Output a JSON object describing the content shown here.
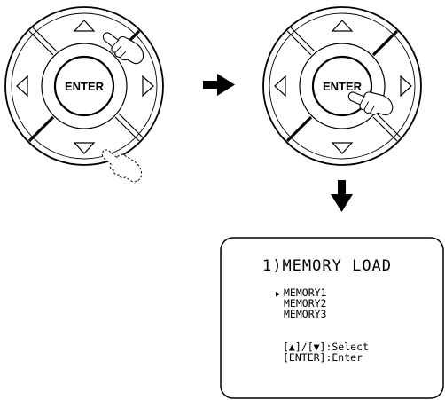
{
  "steps": {
    "remote_left": {
      "enter_label": "ENTER",
      "pressed_keys": [
        "up",
        "down"
      ]
    },
    "remote_right": {
      "enter_label": "ENTER",
      "pressed_keys": [
        "enter"
      ]
    }
  },
  "display": {
    "title": "1)MEMORY LOAD",
    "cursor_glyph": "▶",
    "items": [
      "MEMORY1",
      "MEMORY2",
      "MEMORY3"
    ],
    "help_lines": [
      "[▲]/[▼]:Select",
      "[ENTER]:Enter"
    ]
  },
  "icons": {
    "arrow_right": "arrow-right-icon",
    "arrow_down": "arrow-down-icon",
    "hand": "pointing-hand-icon",
    "hand_dashed": "pointing-hand-dashed-icon"
  }
}
